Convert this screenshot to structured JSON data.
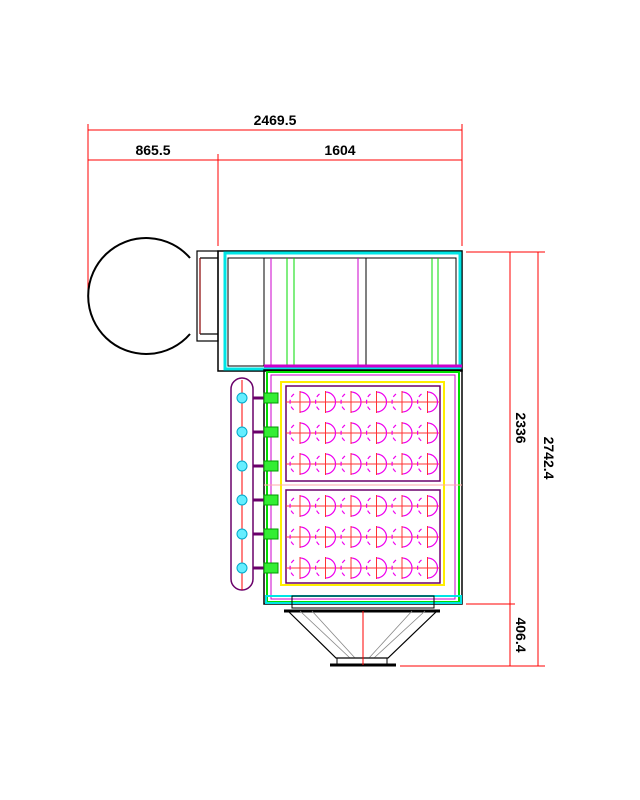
{
  "dimensions": {
    "overall_width": "2469.5",
    "left_width": "865.5",
    "right_width": "1604",
    "body_height": "2336",
    "overall_height": "2742.4",
    "hopper_height": "406.4"
  },
  "tube_grid": {
    "panels": 2,
    "rows_per_panel": 3,
    "cols": 6
  },
  "manifold_nozzles": 6,
  "colors": {
    "dimension": "#ff0000",
    "outline": "#000000",
    "frame": "#00e5e5",
    "inner": "#cc00cc",
    "green": "#00dd00",
    "yellow": "#ffee00"
  }
}
